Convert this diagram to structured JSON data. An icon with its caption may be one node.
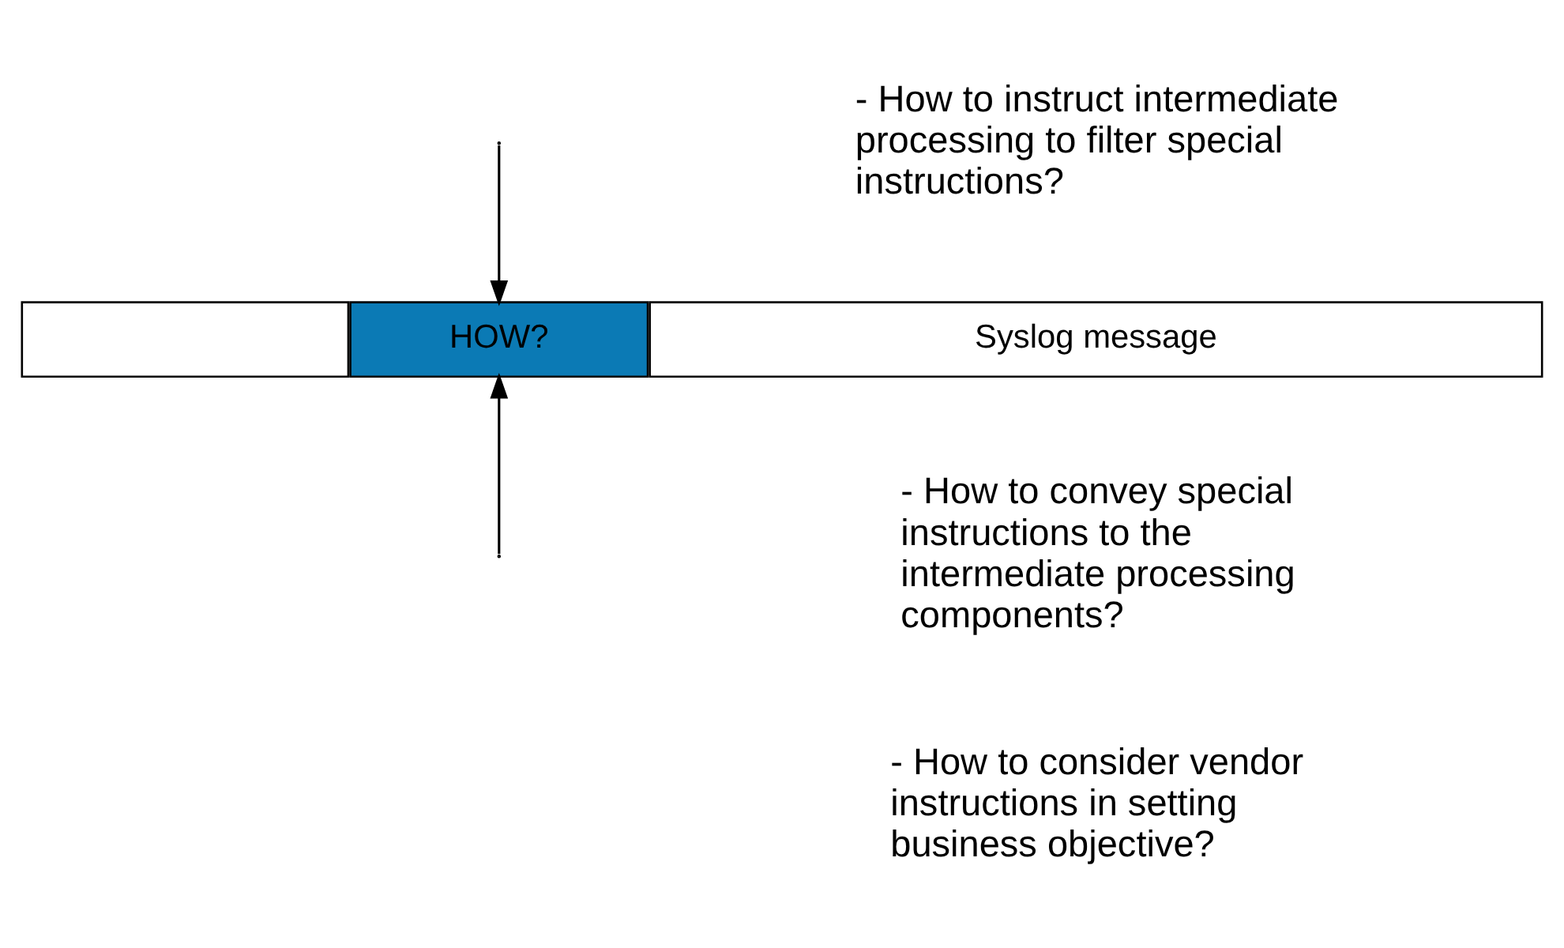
{
  "diagram": {
    "nodes": [
      {
        "text": [],
        "shape": "box"
      },
      {
        "text": [
          "HOW?"
        ]
      },
      {
        "text": [
          "Syslog message"
        ]
      }
    ],
    "edges": [
      {
        "from": null,
        "to": 1,
        "arrow": "to"
      },
      {
        "from": null,
        "to": 1,
        "arrow": "to"
      }
    ],
    "labels": [
      "- How to instruct intermediate processing to filter special instructions?",
      "- How to convey special instructions to the intermediate processing components?",
      "- How to consider vendor instructions in setting business objective?"
    ]
  }
}
